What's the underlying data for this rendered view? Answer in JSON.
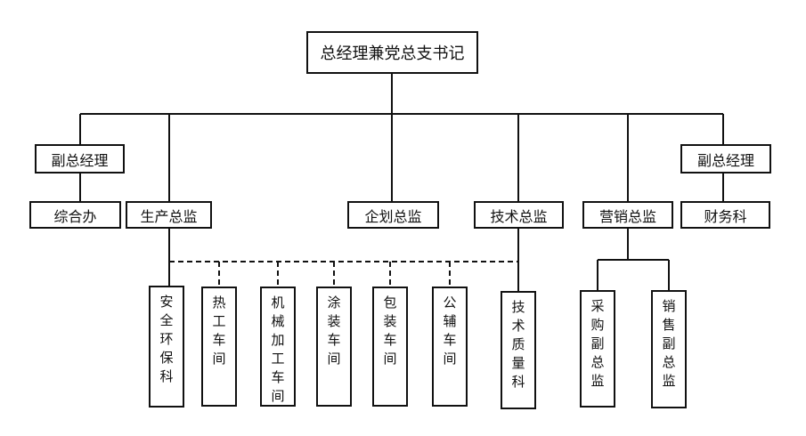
{
  "top": {
    "label": "总经理兼党总支书记"
  },
  "level2": {
    "deputy_left": "副总经理",
    "deputy_right": "副总经理",
    "general_office": "综合办",
    "production_director": "生产总监",
    "planning_director": "企划总监",
    "tech_director": "技术总监",
    "marketing_director": "营销总监",
    "finance_dept": "财务科"
  },
  "level3": {
    "safety": "安全环保科",
    "heat": "热工车间",
    "machining": "机械加工车间",
    "coating": "涂装车间",
    "packing": "包装车间",
    "aux": "公辅车间",
    "quality": "技术质量科",
    "procurement": "采购副总监",
    "sales": "销售副总监"
  }
}
